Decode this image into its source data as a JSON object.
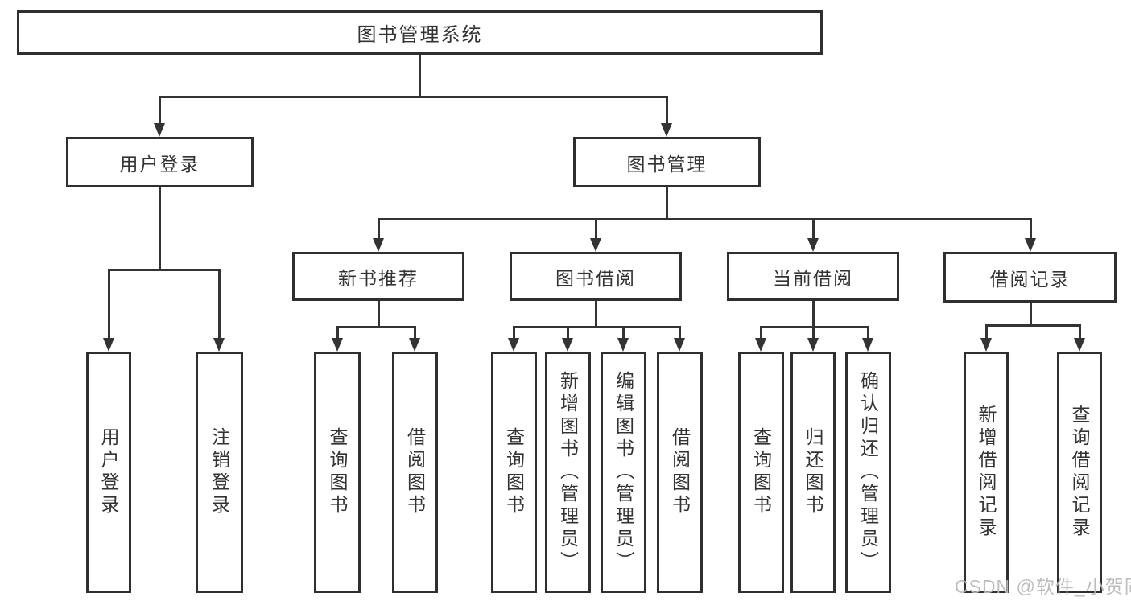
{
  "diagram": {
    "title": "图书管理系统",
    "nodes": [
      {
        "id": "root",
        "label": "图书管理系统",
        "parent": null
      },
      {
        "id": "user-login",
        "label": "用户登录",
        "parent": "root"
      },
      {
        "id": "book-management",
        "label": "图书管理",
        "parent": "root"
      },
      {
        "id": "new-book-recommend",
        "label": "新书推荐",
        "parent": "book-management"
      },
      {
        "id": "book-borrowing",
        "label": "图书借阅",
        "parent": "book-management"
      },
      {
        "id": "current-borrowing",
        "label": "当前借阅",
        "parent": "book-management"
      },
      {
        "id": "borrowing-records",
        "label": "借阅记录",
        "parent": "book-management"
      },
      {
        "id": "leaf-user-login",
        "label": "用户登录",
        "parent": "user-login"
      },
      {
        "id": "leaf-logout",
        "label": "注销登录",
        "parent": "user-login"
      },
      {
        "id": "leaf-nb-query-books",
        "label": "查询图书",
        "parent": "new-book-recommend"
      },
      {
        "id": "leaf-nb-borrow-books",
        "label": "借阅图书",
        "parent": "new-book-recommend"
      },
      {
        "id": "leaf-bb-query-books",
        "label": "查询图书",
        "parent": "book-borrowing"
      },
      {
        "id": "leaf-bb-add-books",
        "label": "新增图书（管理员）",
        "parent": "book-borrowing"
      },
      {
        "id": "leaf-bb-edit-books",
        "label": "编辑图书（管理员）",
        "parent": "book-borrowing"
      },
      {
        "id": "leaf-bb-borrow-books",
        "label": "借阅图书",
        "parent": "book-borrowing"
      },
      {
        "id": "leaf-cb-query-books",
        "label": "查询图书",
        "parent": "current-borrowing"
      },
      {
        "id": "leaf-cb-return-books",
        "label": "归还图书",
        "parent": "current-borrowing"
      },
      {
        "id": "leaf-cb-confirm-return",
        "label": "确认归还（管理员）",
        "parent": "current-borrowing"
      },
      {
        "id": "leaf-br-add-record",
        "label": "新增借阅记录",
        "parent": "borrowing-records"
      },
      {
        "id": "leaf-br-query-record",
        "label": "查询借阅记录",
        "parent": "borrowing-records"
      }
    ]
  },
  "watermark": {
    "text": "CSDN @软件_小贺同学"
  },
  "colors": {
    "box_border": "#2f2f2f",
    "line": "#333333",
    "text": "#333333",
    "watermark": "#b9b9b9",
    "background": "#ffffff"
  }
}
